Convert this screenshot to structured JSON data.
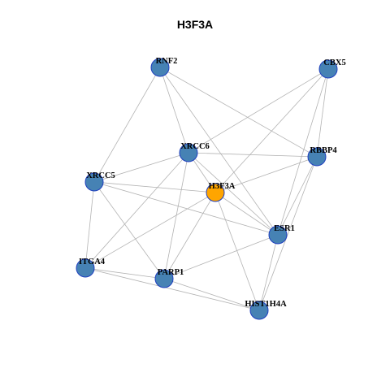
{
  "title": "H3F3A",
  "colors": {
    "node_default": "#4682b4",
    "node_focus": "#ffa500",
    "node_border": "#1f3fbf",
    "edge": "#b3b3b3"
  },
  "nodes": [
    {
      "id": "RNF2",
      "label": "RNF2",
      "focus": false
    },
    {
      "id": "CBX5",
      "label": "CBX5",
      "focus": false
    },
    {
      "id": "XRCC6",
      "label": "XRCC6",
      "focus": false
    },
    {
      "id": "RBBP4",
      "label": "RBBP4",
      "focus": false
    },
    {
      "id": "XRCC5",
      "label": "XRCC5",
      "focus": false
    },
    {
      "id": "H3F3A",
      "label": "H3F3A",
      "focus": true
    },
    {
      "id": "ESR1",
      "label": "ESR1",
      "focus": false
    },
    {
      "id": "ITGA4",
      "label": "ITGA4",
      "focus": false
    },
    {
      "id": "PARP1",
      "label": "PARP1",
      "focus": false
    },
    {
      "id": "HIST1H4A",
      "label": "HIST1H4A",
      "focus": false
    }
  ],
  "edges": [
    [
      "RNF2",
      "XRCC5"
    ],
    [
      "RNF2",
      "XRCC6"
    ],
    [
      "RNF2",
      "RBBP4"
    ],
    [
      "RNF2",
      "ESR1"
    ],
    [
      "CBX5",
      "XRCC6"
    ],
    [
      "CBX5",
      "H3F3A"
    ],
    [
      "CBX5",
      "RBBP4"
    ],
    [
      "CBX5",
      "ESR1"
    ],
    [
      "XRCC6",
      "XRCC5"
    ],
    [
      "XRCC6",
      "RBBP4"
    ],
    [
      "XRCC6",
      "ESR1"
    ],
    [
      "XRCC6",
      "ITGA4"
    ],
    [
      "XRCC6",
      "PARP1"
    ],
    [
      "XRCC6",
      "H3F3A"
    ],
    [
      "RBBP4",
      "H3F3A"
    ],
    [
      "RBBP4",
      "HIST1H4A"
    ],
    [
      "RBBP4",
      "ESR1"
    ],
    [
      "XRCC5",
      "H3F3A"
    ],
    [
      "XRCC5",
      "ESR1"
    ],
    [
      "XRCC5",
      "ITGA4"
    ],
    [
      "XRCC5",
      "PARP1"
    ],
    [
      "H3F3A",
      "ITGA4"
    ],
    [
      "H3F3A",
      "PARP1"
    ],
    [
      "H3F3A",
      "ESR1"
    ],
    [
      "H3F3A",
      "HIST1H4A"
    ],
    [
      "ESR1",
      "PARP1"
    ],
    [
      "ESR1",
      "HIST1H4A"
    ],
    [
      "ITGA4",
      "PARP1"
    ],
    [
      "ITGA4",
      "HIST1H4A"
    ],
    [
      "PARP1",
      "HIST1H4A"
    ]
  ]
}
